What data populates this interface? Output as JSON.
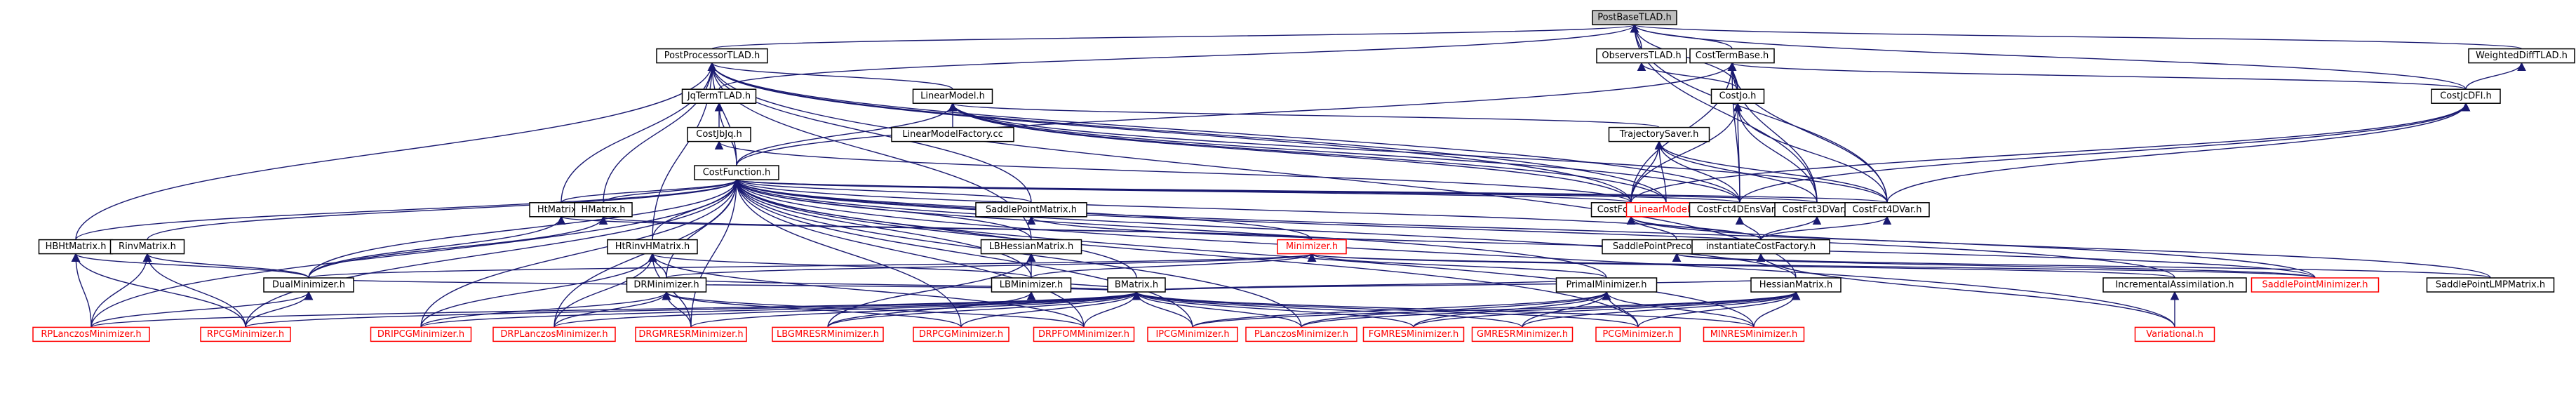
{
  "colors": {
    "edge": "#191970",
    "node_border": "#000000",
    "node_fill": "#ffffff",
    "focus_fill": "#bfbfbf",
    "text_default": "#000000",
    "text_red": "#ff0000"
  },
  "nodes": [
    {
      "id": "postbase",
      "label": "PostBaseTLAD.h",
      "focus": true
    },
    {
      "id": "postproc",
      "label": "PostProcessorTLAD.h"
    },
    {
      "id": "observers",
      "label": "ObserversTLAD.h"
    },
    {
      "id": "costtermbase",
      "label": "CostTermBase.h"
    },
    {
      "id": "weighteddiff",
      "label": "WeightedDiffTLAD.h"
    },
    {
      "id": "jqterm",
      "label": "JqTermTLAD.h"
    },
    {
      "id": "linearmodel",
      "label": "LinearModel.h"
    },
    {
      "id": "costjo",
      "label": "CostJo.h"
    },
    {
      "id": "costjcdfi",
      "label": "CostJcDFI.h"
    },
    {
      "id": "costjbjq",
      "label": "CostJbJq.h"
    },
    {
      "id": "linearmodelfactory",
      "label": "LinearModelFactory.cc"
    },
    {
      "id": "trajsaver",
      "label": "TrajectorySaver.h"
    },
    {
      "id": "costfunction",
      "label": "CostFunction.h"
    },
    {
      "id": "htmatrix",
      "label": "HtMatrix.h"
    },
    {
      "id": "hmatrix",
      "label": "HMatrix.h"
    },
    {
      "id": "saddlepointmatrix",
      "label": "SaddlePointMatrix.h"
    },
    {
      "id": "costfctweak",
      "label": "CostFctWeak.h"
    },
    {
      "id": "linearmodel_red",
      "label": "LinearModel.h",
      "red": true
    },
    {
      "id": "costfct4densvar",
      "label": "CostFct4DEnsVar.h"
    },
    {
      "id": "costfct3dvar",
      "label": "CostFct3DVar.h"
    },
    {
      "id": "costfct4dvar",
      "label": "CostFct4DVar.h"
    },
    {
      "id": "hbhtmatrix",
      "label": "HBHtMatrix.h"
    },
    {
      "id": "rinvmatrix",
      "label": "RinvMatrix.h"
    },
    {
      "id": "htrinvhmatrix",
      "label": "HtRinvHMatrix.h"
    },
    {
      "id": "lbhessianmatrix",
      "label": "LBHessianMatrix.h"
    },
    {
      "id": "minimizer",
      "label": "Minimizer.h",
      "red": true
    },
    {
      "id": "saddlepointprecond",
      "label": "SaddlePointPrecondMatrix.h"
    },
    {
      "id": "instcostfactory",
      "label": "instantiateCostFactory.h"
    },
    {
      "id": "bmatrix",
      "label": "BMatrix.h"
    },
    {
      "id": "dualminimizer",
      "label": "DualMinimizer.h"
    },
    {
      "id": "drminimizer",
      "label": "DRMinimizer.h"
    },
    {
      "id": "lbminimizer",
      "label": "LBMinimizer.h"
    },
    {
      "id": "primalminimizer",
      "label": "PrimalMinimizer.h"
    },
    {
      "id": "hessianmatrix",
      "label": "HessianMatrix.h"
    },
    {
      "id": "incremental",
      "label": "IncrementalAssimilation.h"
    },
    {
      "id": "saddlepointminimizer",
      "label": "SaddlePointMinimizer.h",
      "red": true
    },
    {
      "id": "saddlepointlmp",
      "label": "SaddlePointLMPMatrix.h"
    },
    {
      "id": "rplanczos",
      "label": "RPLanczosMinimizer.h",
      "red": true
    },
    {
      "id": "rpcg",
      "label": "RPCGMinimizer.h",
      "red": true
    },
    {
      "id": "dripcg",
      "label": "DRIPCGMinimizer.h",
      "red": true
    },
    {
      "id": "drplanczos",
      "label": "DRPLanczosMinimizer.h",
      "red": true
    },
    {
      "id": "drgmresr",
      "label": "DRGMRESRMinimizer.h",
      "red": true
    },
    {
      "id": "lbgmresr",
      "label": "LBGMRESRMinimizer.h",
      "red": true
    },
    {
      "id": "drpcg",
      "label": "DRPCGMinimizer.h",
      "red": true
    },
    {
      "id": "drpfom",
      "label": "DRPFOMMinimizer.h",
      "red": true
    },
    {
      "id": "ipcg",
      "label": "IPCGMinimizer.h",
      "red": true
    },
    {
      "id": "planczos",
      "label": "PLanczosMinimizer.h",
      "red": true
    },
    {
      "id": "fgmres",
      "label": "FGMRESMinimizer.h",
      "red": true
    },
    {
      "id": "gmresr",
      "label": "GMRESRMinimizer.h",
      "red": true
    },
    {
      "id": "pcg",
      "label": "PCGMinimizer.h",
      "red": true
    },
    {
      "id": "minres",
      "label": "MINRESMinimizer.h",
      "red": true
    },
    {
      "id": "variational",
      "label": "Variational.h",
      "red": true
    }
  ],
  "edges": [
    [
      "postproc",
      "postbase"
    ],
    [
      "observers",
      "postbase"
    ],
    [
      "costtermbase",
      "postbase"
    ],
    [
      "weighteddiff",
      "postbase"
    ],
    [
      "jqterm",
      "postbase"
    ],
    [
      "costjcdfi",
      "postbase"
    ],
    [
      "costjo",
      "postbase"
    ],
    [
      "costfct4dvar",
      "postbase"
    ],
    [
      "costfct3dvar",
      "postbase"
    ],
    [
      "costfunction",
      "postproc"
    ],
    [
      "linearmodel",
      "postproc"
    ],
    [
      "htmatrix",
      "postproc"
    ],
    [
      "hmatrix",
      "postproc"
    ],
    [
      "hbhtmatrix",
      "postproc"
    ],
    [
      "htrinvhmatrix",
      "postproc"
    ],
    [
      "lbhessianmatrix",
      "postproc"
    ],
    [
      "hessianmatrix",
      "postproc"
    ],
    [
      "saddlepointmatrix",
      "postproc"
    ],
    [
      "costfctweak",
      "postproc"
    ],
    [
      "costfct4densvar",
      "postproc"
    ],
    [
      "linearmodel_red",
      "postproc"
    ],
    [
      "costjo",
      "observers"
    ],
    [
      "costjo",
      "costtermbase"
    ],
    [
      "costjcdfi",
      "costtermbase"
    ],
    [
      "costfunction",
      "costtermbase"
    ],
    [
      "costfct3dvar",
      "costtermbase"
    ],
    [
      "costfct4dvar",
      "costtermbase"
    ],
    [
      "costfct4densvar",
      "costtermbase"
    ],
    [
      "costfctweak",
      "costtermbase"
    ],
    [
      "costjcdfi",
      "weighteddiff"
    ],
    [
      "costjbjq",
      "jqterm"
    ],
    [
      "costfunction",
      "jqterm"
    ],
    [
      "linearmodelfactory",
      "linearmodel"
    ],
    [
      "trajsaver",
      "linearmodel"
    ],
    [
      "costfctweak",
      "linearmodel"
    ],
    [
      "costfct4dvar",
      "linearmodel"
    ],
    [
      "costfct4densvar",
      "linearmodel"
    ],
    [
      "costfunction",
      "linearmodel"
    ],
    [
      "linearmodel_red",
      "linearmodel"
    ],
    [
      "costfctweak",
      "costjo"
    ],
    [
      "costfct3dvar",
      "costjo"
    ],
    [
      "costfct4dvar",
      "costjo"
    ],
    [
      "costfct4densvar",
      "costjo"
    ],
    [
      "costfct4dvar",
      "costjcdfi"
    ],
    [
      "costfct4densvar",
      "costjcdfi"
    ],
    [
      "costfctweak",
      "costjcdfi"
    ],
    [
      "costfctweak",
      "costjbjq"
    ],
    [
      "costfctweak",
      "trajsaver"
    ],
    [
      "costfct4densvar",
      "trajsaver"
    ],
    [
      "costfct3dvar",
      "trajsaver"
    ],
    [
      "costfct4dvar",
      "trajsaver"
    ],
    [
      "linearmodel_red",
      "trajsaver"
    ],
    [
      "htmatrix",
      "costfunction"
    ],
    [
      "hmatrix",
      "costfunction"
    ],
    [
      "saddlepointmatrix",
      "costfunction"
    ],
    [
      "costfctweak",
      "costfunction"
    ],
    [
      "costfct4densvar",
      "costfunction"
    ],
    [
      "costfct3dvar",
      "costfunction"
    ],
    [
      "costfct4dvar",
      "costfunction"
    ],
    [
      "hbhtmatrix",
      "costfunction"
    ],
    [
      "rinvmatrix",
      "costfunction"
    ],
    [
      "htrinvhmatrix",
      "costfunction"
    ],
    [
      "lbhessianmatrix",
      "costfunction"
    ],
    [
      "minimizer",
      "costfunction"
    ],
    [
      "bmatrix",
      "costfunction"
    ],
    [
      "dualminimizer",
      "costfunction"
    ],
    [
      "drminimizer",
      "costfunction"
    ],
    [
      "lbminimizer",
      "costfunction"
    ],
    [
      "primalminimizer",
      "costfunction"
    ],
    [
      "hessianmatrix",
      "costfunction"
    ],
    [
      "incremental",
      "costfunction"
    ],
    [
      "saddlepointminimizer",
      "costfunction"
    ],
    [
      "instcostfactory",
      "costfunction"
    ],
    [
      "rplanczos",
      "costfunction"
    ],
    [
      "rpcg",
      "costfunction"
    ],
    [
      "dripcg",
      "costfunction"
    ],
    [
      "drplanczos",
      "costfunction"
    ],
    [
      "drgmresr",
      "costfunction"
    ],
    [
      "drpcg",
      "costfunction"
    ],
    [
      "drpfom",
      "costfunction"
    ],
    [
      "ipcg",
      "costfunction"
    ],
    [
      "planczos",
      "costfunction"
    ],
    [
      "pcg",
      "costfunction"
    ],
    [
      "minres",
      "costfunction"
    ],
    [
      "variational",
      "costfunction"
    ],
    [
      "dualminimizer",
      "htmatrix"
    ],
    [
      "minimizer",
      "htmatrix"
    ],
    [
      "dualminimizer",
      "hmatrix"
    ],
    [
      "minimizer",
      "hmatrix"
    ],
    [
      "saddlepointminimizer",
      "saddlepointmatrix"
    ],
    [
      "saddlepointprecond",
      "costfctweak"
    ],
    [
      "saddlepointlmp",
      "costfctweak"
    ],
    [
      "instcostfactory",
      "costfctweak"
    ],
    [
      "instcostfactory",
      "costfct4densvar"
    ],
    [
      "instcostfactory",
      "costfct3dvar"
    ],
    [
      "instcostfactory",
      "costfct4dvar"
    ],
    [
      "dualminimizer",
      "hbhtmatrix"
    ],
    [
      "rplanczos",
      "hbhtmatrix"
    ],
    [
      "rpcg",
      "hbhtmatrix"
    ],
    [
      "dualminimizer",
      "rinvmatrix"
    ],
    [
      "rplanczos",
      "rinvmatrix"
    ],
    [
      "rpcg",
      "rinvmatrix"
    ],
    [
      "drminimizer",
      "htrinvhmatrix"
    ],
    [
      "lbminimizer",
      "htrinvhmatrix"
    ],
    [
      "dripcg",
      "htrinvhmatrix"
    ],
    [
      "drplanczos",
      "htrinvhmatrix"
    ],
    [
      "drgmresr",
      "htrinvhmatrix"
    ],
    [
      "drpfom",
      "htrinvhmatrix"
    ],
    [
      "lbminimizer",
      "lbhessianmatrix"
    ],
    [
      "lbgmresr",
      "lbhessianmatrix"
    ],
    [
      "dualminimizer",
      "minimizer"
    ],
    [
      "drminimizer",
      "minimizer"
    ],
    [
      "lbminimizer",
      "minimizer"
    ],
    [
      "primalminimizer",
      "minimizer"
    ],
    [
      "incremental",
      "minimizer"
    ],
    [
      "saddlepointminimizer",
      "minimizer"
    ],
    [
      "saddlepointminimizer",
      "saddlepointprecond"
    ],
    [
      "saddlepointlmp",
      "saddlepointprecond"
    ],
    [
      "variational",
      "instcostfactory"
    ],
    [
      "dualminimizer",
      "bmatrix"
    ],
    [
      "drminimizer",
      "bmatrix"
    ],
    [
      "lbminimizer",
      "bmatrix"
    ],
    [
      "primalminimizer",
      "bmatrix"
    ],
    [
      "hessianmatrix",
      "bmatrix"
    ],
    [
      "rplanczos",
      "bmatrix"
    ],
    [
      "rpcg",
      "bmatrix"
    ],
    [
      "dripcg",
      "bmatrix"
    ],
    [
      "drplanczos",
      "bmatrix"
    ],
    [
      "drgmresr",
      "bmatrix"
    ],
    [
      "lbgmresr",
      "bmatrix"
    ],
    [
      "drpcg",
      "bmatrix"
    ],
    [
      "drpfom",
      "bmatrix"
    ],
    [
      "ipcg",
      "bmatrix"
    ],
    [
      "planczos",
      "bmatrix"
    ],
    [
      "fgmres",
      "bmatrix"
    ],
    [
      "gmresr",
      "bmatrix"
    ],
    [
      "pcg",
      "bmatrix"
    ],
    [
      "minres",
      "bmatrix"
    ],
    [
      "rplanczos",
      "dualminimizer"
    ],
    [
      "rpcg",
      "dualminimizer"
    ],
    [
      "dripcg",
      "drminimizer"
    ],
    [
      "drplanczos",
      "drminimizer"
    ],
    [
      "drgmresr",
      "drminimizer"
    ],
    [
      "drpcg",
      "drminimizer"
    ],
    [
      "drpfom",
      "drminimizer"
    ],
    [
      "lbgmresr",
      "lbminimizer"
    ],
    [
      "ipcg",
      "primalminimizer"
    ],
    [
      "planczos",
      "primalminimizer"
    ],
    [
      "fgmres",
      "primalminimizer"
    ],
    [
      "gmresr",
      "primalminimizer"
    ],
    [
      "pcg",
      "primalminimizer"
    ],
    [
      "minres",
      "primalminimizer"
    ],
    [
      "ipcg",
      "hessianmatrix"
    ],
    [
      "planczos",
      "hessianmatrix"
    ],
    [
      "fgmres",
      "hessianmatrix"
    ],
    [
      "gmresr",
      "hessianmatrix"
    ],
    [
      "pcg",
      "hessianmatrix"
    ],
    [
      "minres",
      "hessianmatrix"
    ],
    [
      "variational",
      "incremental"
    ]
  ]
}
